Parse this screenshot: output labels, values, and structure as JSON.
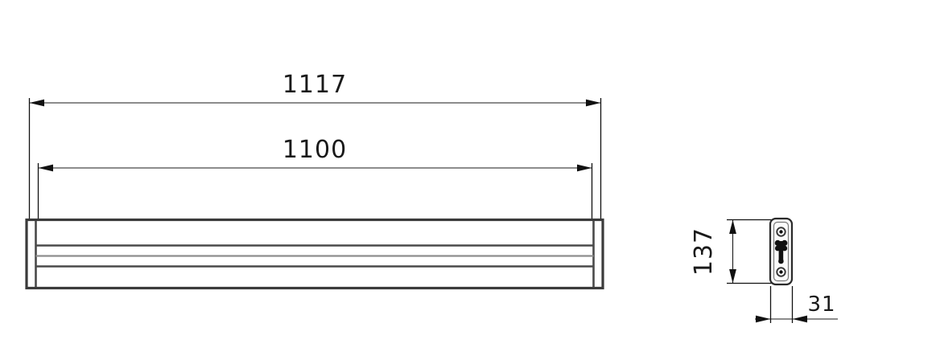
{
  "drawing": {
    "title": "mechanical-part-dimension-drawing",
    "units_note": "",
    "background_color": "#ffffff",
    "line_color": "#1a1a1a",
    "body_color": "#3b3b3b"
  },
  "dimensions": {
    "overall_length": {
      "value": "1117",
      "name": "overall-length-dimension",
      "orientation": "horizontal"
    },
    "inner_length": {
      "value": "1100",
      "name": "inner-length-dimension",
      "orientation": "horizontal"
    },
    "bracket_height": {
      "value": "137",
      "name": "bracket-height-dimension",
      "orientation": "vertical-rotated"
    },
    "bracket_width": {
      "value": "31",
      "name": "bracket-width-dimension",
      "orientation": "horizontal"
    }
  },
  "views": {
    "front_view": {
      "name": "front-view-rail-body",
      "label": ""
    },
    "side_view": {
      "name": "side-view-end-bracket",
      "label": ""
    }
  },
  "features": {
    "upper_hole": "upper-mounting-hole",
    "lower_hole": "lower-mounting-hole",
    "keyhole_slot": "center-keyhole-slot"
  }
}
